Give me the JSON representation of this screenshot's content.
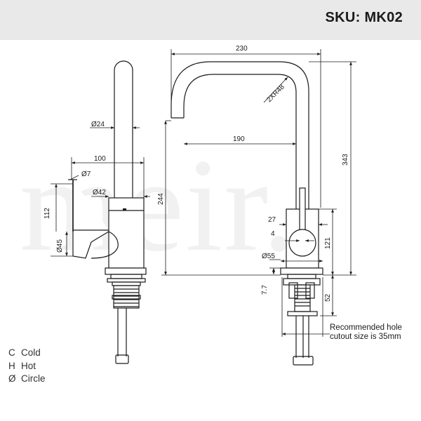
{
  "header": {
    "sku": "SKU: MK02"
  },
  "watermark": {
    "text": "meir."
  },
  "side_view": {
    "dims": {
      "d24": "Ø24",
      "w100": "100",
      "d7": "Ø7",
      "d42": "Ø42",
      "h112": "112",
      "d45": "Ø45"
    }
  },
  "front_view": {
    "dims": {
      "w230": "230",
      "radius": "2XR48",
      "w190": "190",
      "h244": "244",
      "h343": "343",
      "w27": "27",
      "w4": "4",
      "h121": "121",
      "d55": "Ø55",
      "h7_7": "7.7",
      "h52": "52"
    },
    "note_line1": "Recommended hole",
    "note_line2": "cutout size is 35mm"
  },
  "legend": [
    {
      "symbol": "C",
      "label": "Cold"
    },
    {
      "symbol": "H",
      "label": "Hot"
    },
    {
      "symbol": "Ø",
      "label": "Circle"
    }
  ]
}
